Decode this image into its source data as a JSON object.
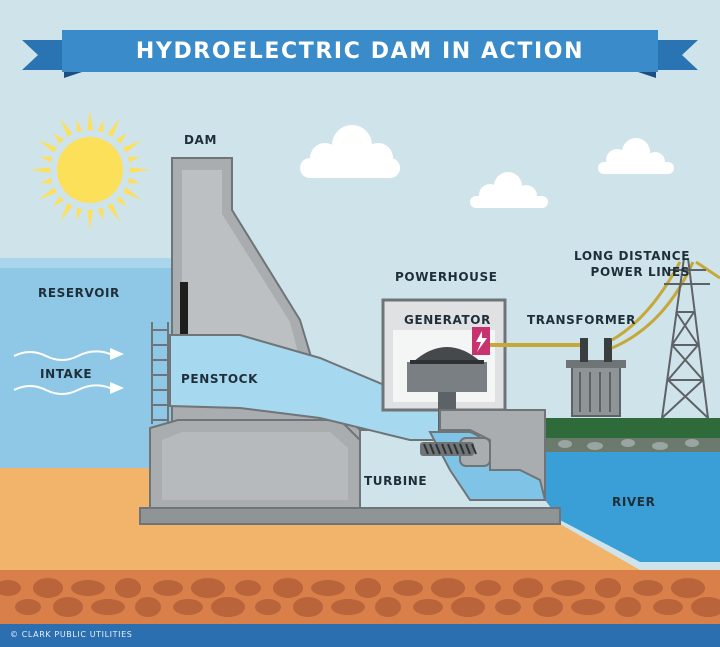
{
  "title": "HYDROELECTRIC DAM IN ACTION",
  "labels": {
    "dam": "DAM",
    "reservoir": "RESERVOIR",
    "intake": "INTAKE",
    "penstock": "PENSTOCK",
    "powerhouse": "POWERHOUSE",
    "generator": "GENERATOR",
    "transformer": "TRANSFORMER",
    "power_lines_line1": "LONG DISTANCE",
    "power_lines_line2": "POWER LINES",
    "turbine": "TURBINE",
    "river": "RIVER"
  },
  "credit": "© CLARK PUBLIC UTILITIES",
  "colors": {
    "banner": "#3a8bc9",
    "sky": "#cfe3ea",
    "water": "#3a9fd6",
    "concrete": "#a9adb0",
    "sand": "#f2b46a",
    "soil": "#d9804a",
    "grass": "#2e6a3a",
    "sun": "#fde05a",
    "cable": "#c5a83a",
    "bolt": "#c8326e",
    "footer": "#2c6fb0"
  },
  "icons": [
    "sun-icon",
    "cloud-icon",
    "lightning-bolt-icon",
    "intake-arrow-icon"
  ]
}
